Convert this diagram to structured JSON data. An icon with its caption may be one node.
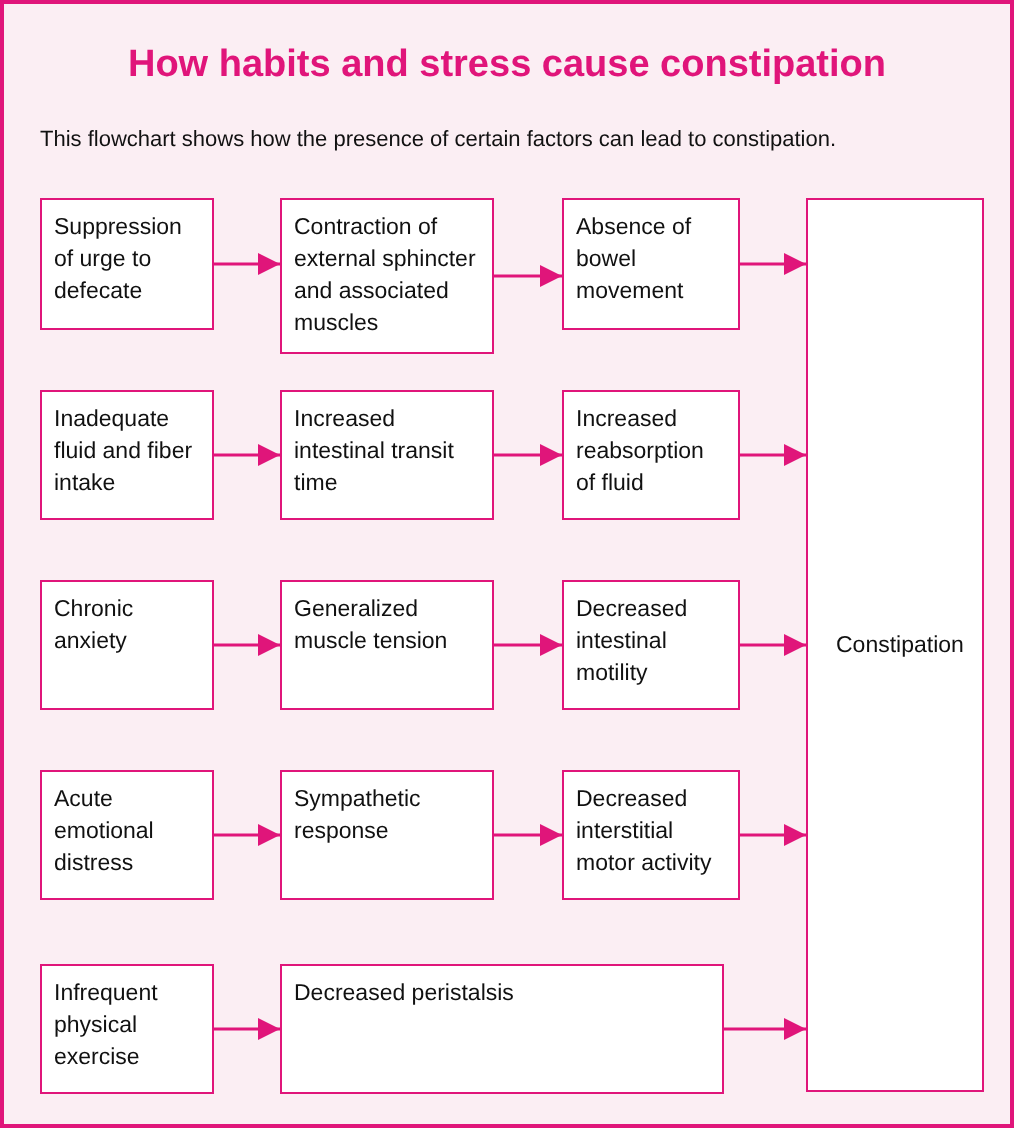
{
  "diagram": {
    "title": "How habits and stress cause constipation",
    "nodes": [
      {
        "text": [
          "Suppression of urge to defecate"
        ]
      },
      {
        "text": [
          "Contraction of external sphincter and associated muscles"
        ]
      },
      {
        "text": [
          "Absence of bowel movement"
        ]
      },
      {
        "text": [
          "Constipation"
        ]
      },
      {
        "text": [
          "Inadequate fluid and fiber intake"
        ]
      },
      {
        "text": [
          "Increased intestinal transit time"
        ]
      },
      {
        "text": [
          "Increased reabsorption of fluid"
        ]
      },
      {
        "text": [
          "Chronic anxiety"
        ]
      },
      {
        "text": [
          "Generalized muscle tension"
        ]
      },
      {
        "text": [
          "Decreased intestinal motility"
        ]
      },
      {
        "text": [
          "Acute emotional distress"
        ]
      },
      {
        "text": [
          "Sympathetic response"
        ]
      },
      {
        "text": [
          "Decreased interstitial motor activity"
        ]
      },
      {
        "text": [
          "Infrequent physical exercise"
        ]
      },
      {
        "text": [
          "Decreased peristalsis"
        ]
      }
    ],
    "edges": [
      {
        "from": 0,
        "to": 1,
        "arrow": "to"
      },
      {
        "from": 1,
        "to": 2,
        "arrow": "to"
      },
      {
        "from": 2,
        "to": 3,
        "arrow": "to"
      },
      {
        "from": 4,
        "to": 5,
        "arrow": "to"
      },
      {
        "from": 5,
        "to": 6,
        "arrow": "to"
      },
      {
        "from": 6,
        "to": 3,
        "arrow": "to"
      },
      {
        "from": 7,
        "to": 8,
        "arrow": "to"
      },
      {
        "from": 8,
        "to": 9,
        "arrow": "to"
      },
      {
        "from": 9,
        "to": 3,
        "arrow": "to"
      },
      {
        "from": 10,
        "to": 11,
        "arrow": "to"
      },
      {
        "from": 11,
        "to": 12,
        "arrow": "to"
      },
      {
        "from": 12,
        "to": 3,
        "arrow": "to"
      },
      {
        "from": 13,
        "to": 14,
        "arrow": "to"
      },
      {
        "from": 14,
        "to": 3,
        "arrow": "to"
      }
    ],
    "labels": [
      "This flowchart shows how the presence of certain factors can lead to constipation."
    ]
  }
}
